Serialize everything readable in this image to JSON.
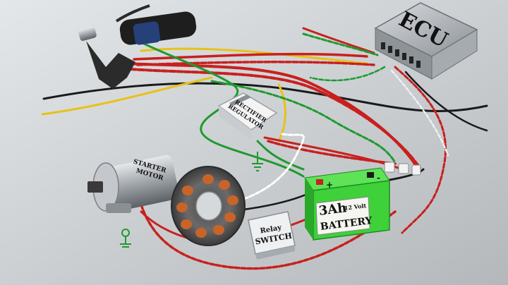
{
  "labels": {
    "ecu": "ECU",
    "regulator_line1": "REGULATOR",
    "regulator_line2": "RECTIFIER",
    "starter_line1": "STARTER",
    "starter_line2": "MOTOR",
    "relay_line1": "Relay",
    "relay_line2": "SWITCH",
    "battery_capacity": "3Ah",
    "battery_voltage": "12 Volt",
    "battery_name": "BATTERY",
    "plus": "+",
    "minus": "-"
  },
  "colors": {
    "background": "#cfd3d6",
    "wire_red": "#c8201e",
    "wire_green": "#1e9a2e",
    "wire_yellow": "#e6c21a",
    "wire_black": "#1a1a1a",
    "battery_green": "#3ed13a",
    "ecu_body": "#b7bcc2",
    "copper": "#c8642a"
  }
}
